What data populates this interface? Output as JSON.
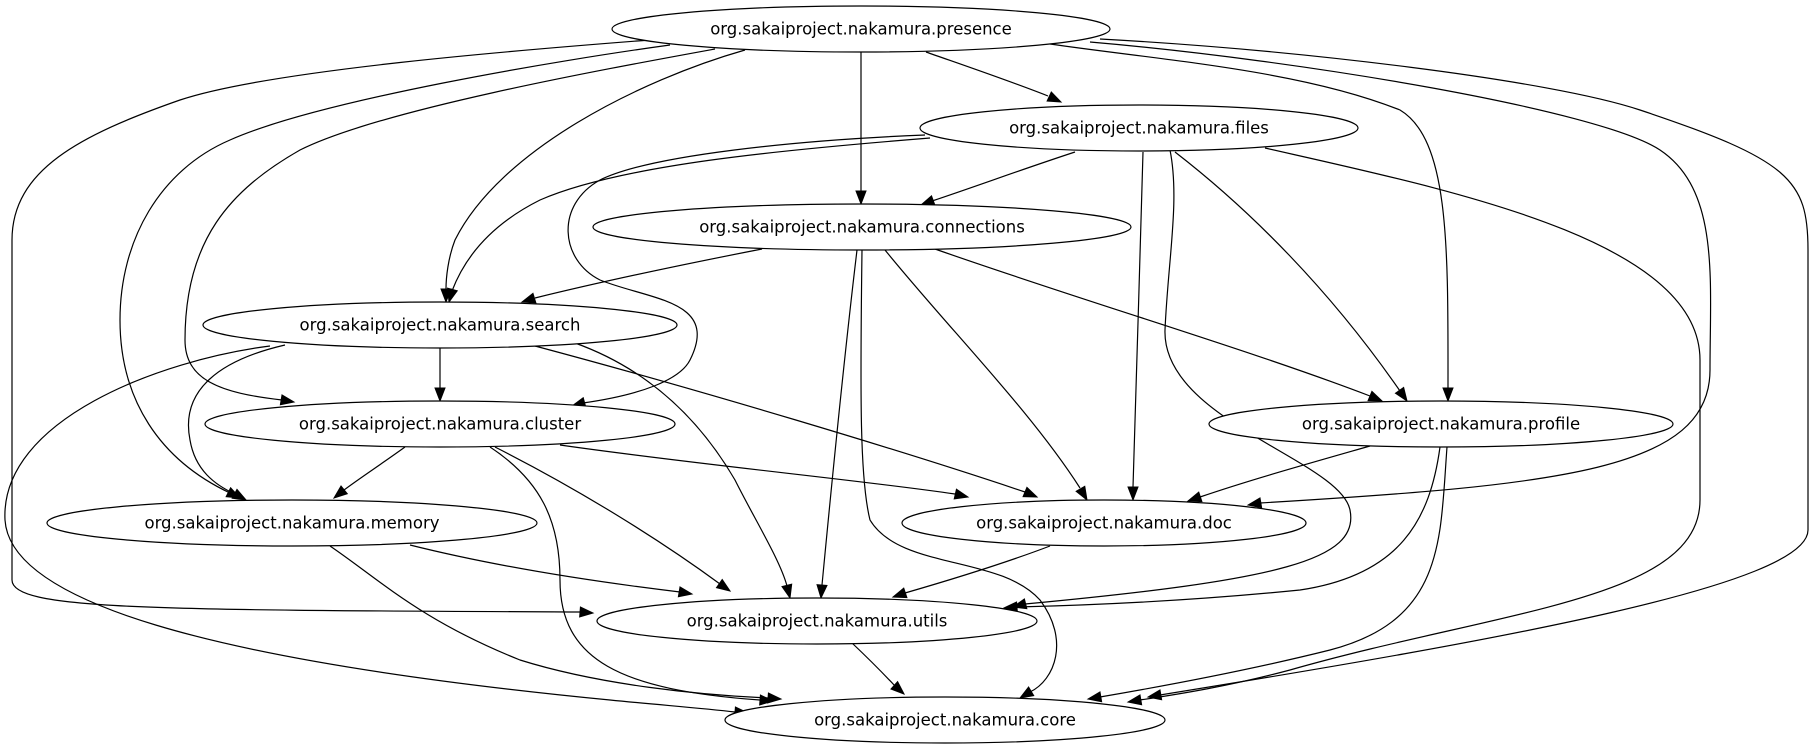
{
  "diagram": {
    "type": "directed-graph",
    "nodes": [
      {
        "id": "presence",
        "label": "org.sakaiproject.nakamura.presence"
      },
      {
        "id": "files",
        "label": "org.sakaiproject.nakamura.files"
      },
      {
        "id": "connections",
        "label": "org.sakaiproject.nakamura.connections"
      },
      {
        "id": "search",
        "label": "org.sakaiproject.nakamura.search"
      },
      {
        "id": "cluster",
        "label": "org.sakaiproject.nakamura.cluster"
      },
      {
        "id": "profile",
        "label": "org.sakaiproject.nakamura.profile"
      },
      {
        "id": "memory",
        "label": "org.sakaiproject.nakamura.memory"
      },
      {
        "id": "doc",
        "label": "org.sakaiproject.nakamura.doc"
      },
      {
        "id": "utils",
        "label": "org.sakaiproject.nakamura.utils"
      },
      {
        "id": "core",
        "label": "org.sakaiproject.nakamura.core"
      }
    ],
    "edges": [
      {
        "from": "presence",
        "to": "files"
      },
      {
        "from": "presence",
        "to": "connections"
      },
      {
        "from": "presence",
        "to": "search"
      },
      {
        "from": "presence",
        "to": "cluster"
      },
      {
        "from": "presence",
        "to": "memory"
      },
      {
        "from": "presence",
        "to": "utils"
      },
      {
        "from": "presence",
        "to": "profile"
      },
      {
        "from": "presence",
        "to": "doc"
      },
      {
        "from": "presence",
        "to": "core"
      },
      {
        "from": "files",
        "to": "connections"
      },
      {
        "from": "files",
        "to": "search"
      },
      {
        "from": "files",
        "to": "cluster"
      },
      {
        "from": "files",
        "to": "doc"
      },
      {
        "from": "files",
        "to": "utils"
      },
      {
        "from": "files",
        "to": "profile"
      },
      {
        "from": "files",
        "to": "core"
      },
      {
        "from": "connections",
        "to": "search"
      },
      {
        "from": "connections",
        "to": "utils"
      },
      {
        "from": "connections",
        "to": "core"
      },
      {
        "from": "connections",
        "to": "doc"
      },
      {
        "from": "connections",
        "to": "profile"
      },
      {
        "from": "search",
        "to": "cluster"
      },
      {
        "from": "search",
        "to": "memory"
      },
      {
        "from": "search",
        "to": "core"
      },
      {
        "from": "search",
        "to": "utils"
      },
      {
        "from": "search",
        "to": "doc"
      },
      {
        "from": "cluster",
        "to": "memory"
      },
      {
        "from": "cluster",
        "to": "doc"
      },
      {
        "from": "cluster",
        "to": "utils"
      },
      {
        "from": "cluster",
        "to": "core"
      },
      {
        "from": "profile",
        "to": "doc"
      },
      {
        "from": "profile",
        "to": "utils"
      },
      {
        "from": "profile",
        "to": "core"
      },
      {
        "from": "memory",
        "to": "utils"
      },
      {
        "from": "memory",
        "to": "core"
      },
      {
        "from": "doc",
        "to": "utils"
      },
      {
        "from": "utils",
        "to": "core"
      }
    ]
  }
}
